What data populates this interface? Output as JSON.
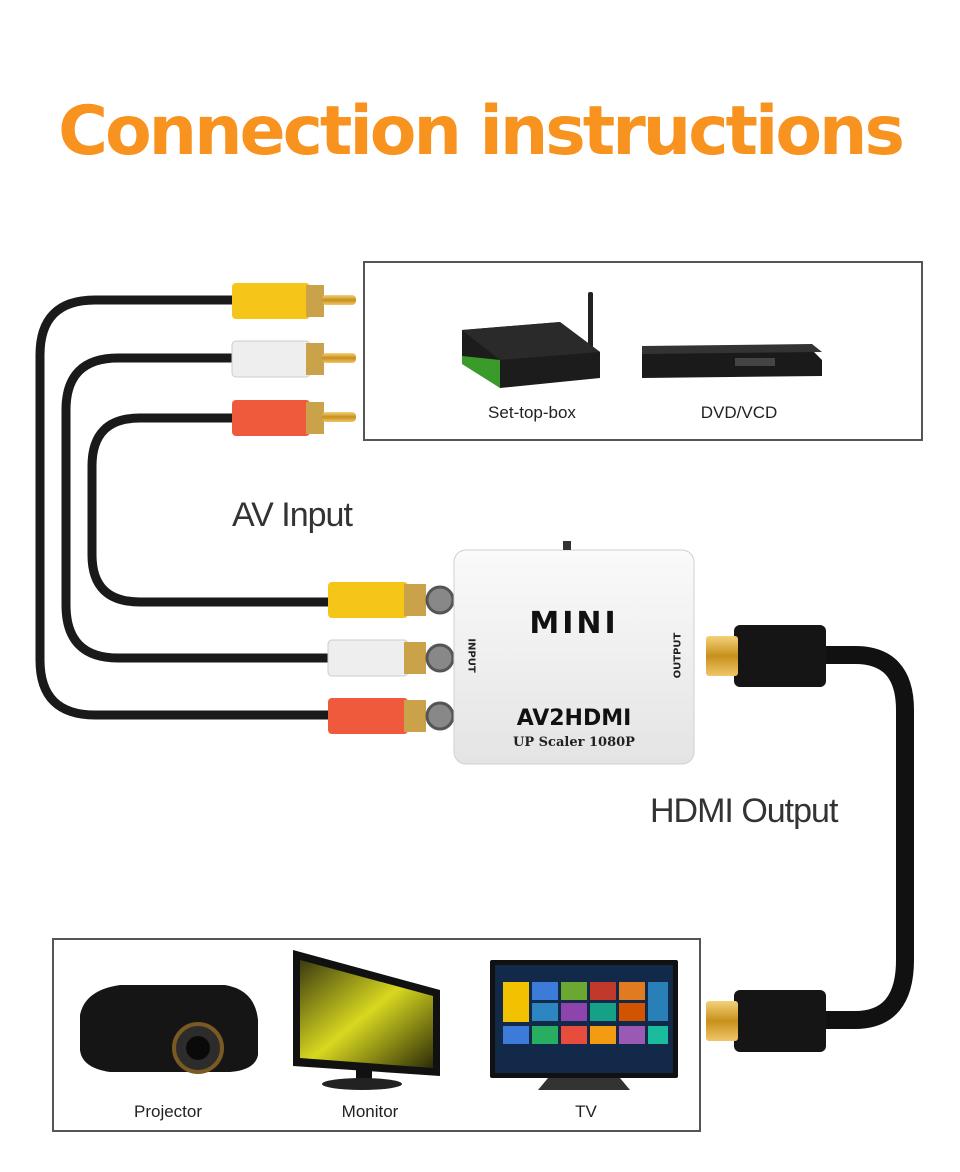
{
  "title": "Connection instructions",
  "sources": {
    "items": [
      {
        "label": "Set-top-box",
        "icon": "set-top-box-icon"
      },
      {
        "label": "DVD/VCD",
        "icon": "dvd-player-icon"
      }
    ]
  },
  "labels": {
    "av_input": "AV Input",
    "hdmi_output": "HDMI Output"
  },
  "converter": {
    "brand": "MINI",
    "model": "AV2HDMI",
    "subtitle": "UP Scaler 1080P",
    "input_port_label": "INPUT",
    "output_port_label": "OUTPUT"
  },
  "displays": {
    "items": [
      {
        "label": "Projector",
        "icon": "projector-icon"
      },
      {
        "label": "Monitor",
        "icon": "monitor-icon"
      },
      {
        "label": "TV",
        "icon": "tv-icon"
      }
    ]
  },
  "colors": {
    "title": "#f7931e",
    "rca_yellow": "#f5c518",
    "rca_white": "#e8e8e8",
    "rca_red": "#f05a3c",
    "cable": "#1a1a1a",
    "hdmi_gold": "#d4a017"
  }
}
